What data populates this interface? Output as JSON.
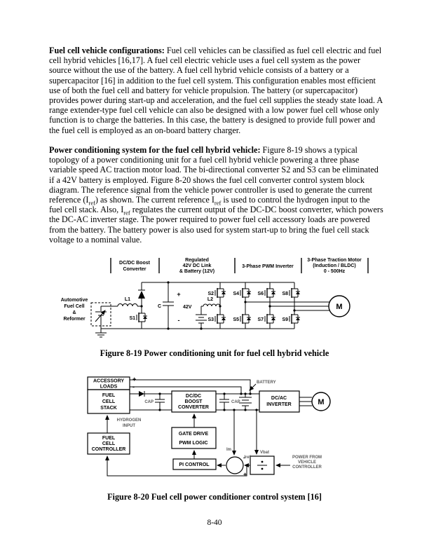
{
  "page_number": "8-40",
  "para1": {
    "lead": "Fuel cell vehicle configurations:",
    "body": " Fuel cell vehicles can be classified as fuel cell electric and fuel cell hybrid vehicles [16,17]. A fuel cell electric vehicle uses a fuel cell system as the power source without the use of the battery. A fuel cell hybrid vehicle consists of a battery or a supercapacitor [16] in addition to the fuel cell system. This configuration enables most efficient use of both the fuel cell and battery for vehicle propulsion. The battery (or supercapacitor) provides power during start-up and acceleration, and the fuel cell supplies the steady state load. A range extender-type fuel cell vehicle can also be designed with a low power fuel cell whose only function is to charge the batteries. In this case, the battery is designed to provide full power and the fuel cell is employed as an on-board battery charger."
  },
  "para2": {
    "lead": "Power conditioning system for the fuel cell hybrid vehicle:",
    "seg1": " Figure 8-19 shows a typical topology of a power conditioning unit for a fuel cell hybrid vehicle powering a three phase variable speed AC traction motor load. The bi-directional converter S2 and S3 can be eliminated if a 42V battery is employed. Figure 8-20 shows the fuel cell converter control system block diagram. The reference signal from the vehicle power controller is used to generate the current reference (I",
    "sub1": "ref",
    "seg2": ") as shown. The current reference I",
    "sub2": "ref",
    "seg3": " is used to control the hydrogen input to the fuel cell stack. Also, I",
    "sub3": "ref",
    "seg4": " regulates the current output of the DC-DC boost converter, which powers the DC-AC inverter stage. The power required to power fuel cell accessory loads are powered from the battery. The battery power is also used for system start-up to bring the fuel cell stack voltage to a nominal value."
  },
  "fig19": {
    "caption": "Figure 8-19 Power conditioning unit for fuel cell hybrid vehicle",
    "headers": {
      "boost1": "DC/DC Boost",
      "boost2": "Converter",
      "link1": "Regulated",
      "link2": "42V DC Link",
      "link3": "& Battery (12V)",
      "inverter": "3-Phase PWM Inverter",
      "motor1": "3-Phase Traction Motor",
      "motor2": "(Induction / BLDC)",
      "motor3": "0 - 500Hz"
    },
    "labels": {
      "src1": "Automotive",
      "src2": "Fuel Cell",
      "src3": "&",
      "src4": "Reformer",
      "l1": "L1",
      "s1": "S1",
      "c": "C",
      "plus": "+",
      "v42": "42V",
      "minus": "-",
      "l2": "L2",
      "s2": "S2",
      "s3": "S3",
      "s4": "S4",
      "s5": "S5",
      "s6": "S6",
      "s7": "S7",
      "s8": "S8",
      "s9": "S9",
      "m": "M"
    }
  },
  "fig20": {
    "caption": "Figure 8-20 Fuel cell power conditioner control system [16]",
    "blocks": {
      "acc1": "ACCESSORY",
      "acc2": "LOADS",
      "stack1": "FUEL",
      "stack2": "CELL",
      "stack3": "STACK",
      "boost1": "DC/DC",
      "boost2": "BOOST",
      "boost3": "CONVERTER",
      "inv1": "DC/AC",
      "inv2": "INVERTER",
      "gate1": "GATE DRIVE",
      "gate2": "PWM LOGIC",
      "ctrl1": "FUEL",
      "ctrl2": "CELL",
      "ctrl3": "CONTROLLER",
      "pi": "PI CONTROL",
      "m": "M"
    },
    "labels": {
      "plus": "+",
      "minus": "-",
      "cap1": "CAP",
      "cap2": "CAP",
      "battery": "BATTERY",
      "hyd1": "HYDROGEN",
      "hyd2": "INPUT",
      "im": "Im",
      "iref": "Iref",
      "vbat": "Vbat",
      "sumMinus": "-",
      "sumPlus": "+",
      "pow1": "POWER FROM",
      "pow2": "VEHICLE",
      "pow3": "CONTROLLER"
    }
  }
}
